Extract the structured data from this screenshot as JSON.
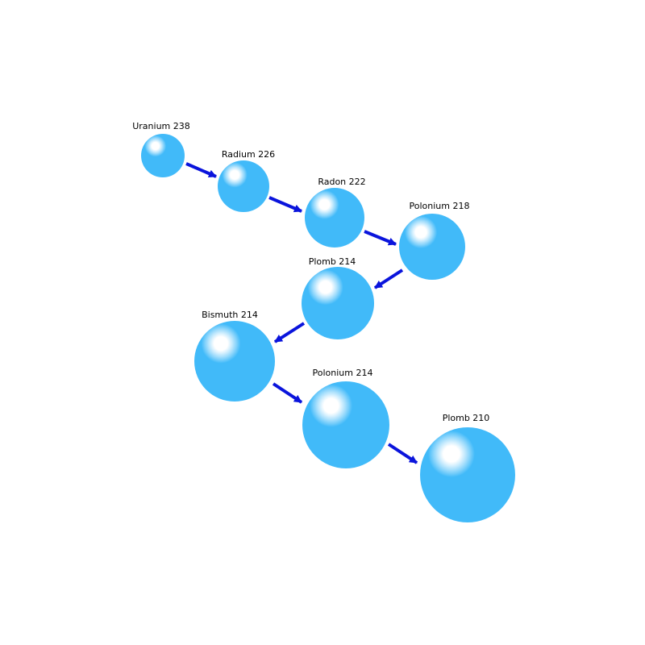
{
  "colors": {
    "sphere": "#41baf9",
    "sphere_highlight": "#ffffff",
    "arrow": "#0a14dc"
  },
  "decay_chain": {
    "nodes": [
      {
        "label": "Uranium 238"
      },
      {
        "label": "Radium 226"
      },
      {
        "label": "Radon 222"
      },
      {
        "label": "Polonium 218"
      },
      {
        "label": "Plomb 214"
      },
      {
        "label": "Bismuth 214"
      },
      {
        "label": "Polonium 214"
      },
      {
        "label": "Plomb 210"
      }
    ]
  }
}
